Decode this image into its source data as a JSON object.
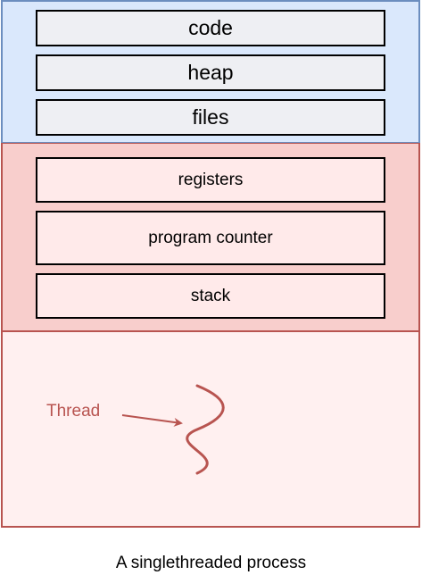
{
  "shared_resources": {
    "items": [
      {
        "label": "code"
      },
      {
        "label": "heap"
      },
      {
        "label": "files"
      }
    ]
  },
  "thread_state": {
    "items": [
      {
        "label": "registers"
      },
      {
        "label": "program counter"
      },
      {
        "label": "stack"
      }
    ]
  },
  "thread": {
    "label": "Thread"
  },
  "caption": "A singlethreaded process",
  "colors": {
    "shared_fill": "#dae8fc",
    "shared_stroke": "#6c8ebf",
    "state_fill": "#f8cecc",
    "area_fill": "#fff0f0",
    "thread_stroke": "#b85450"
  }
}
